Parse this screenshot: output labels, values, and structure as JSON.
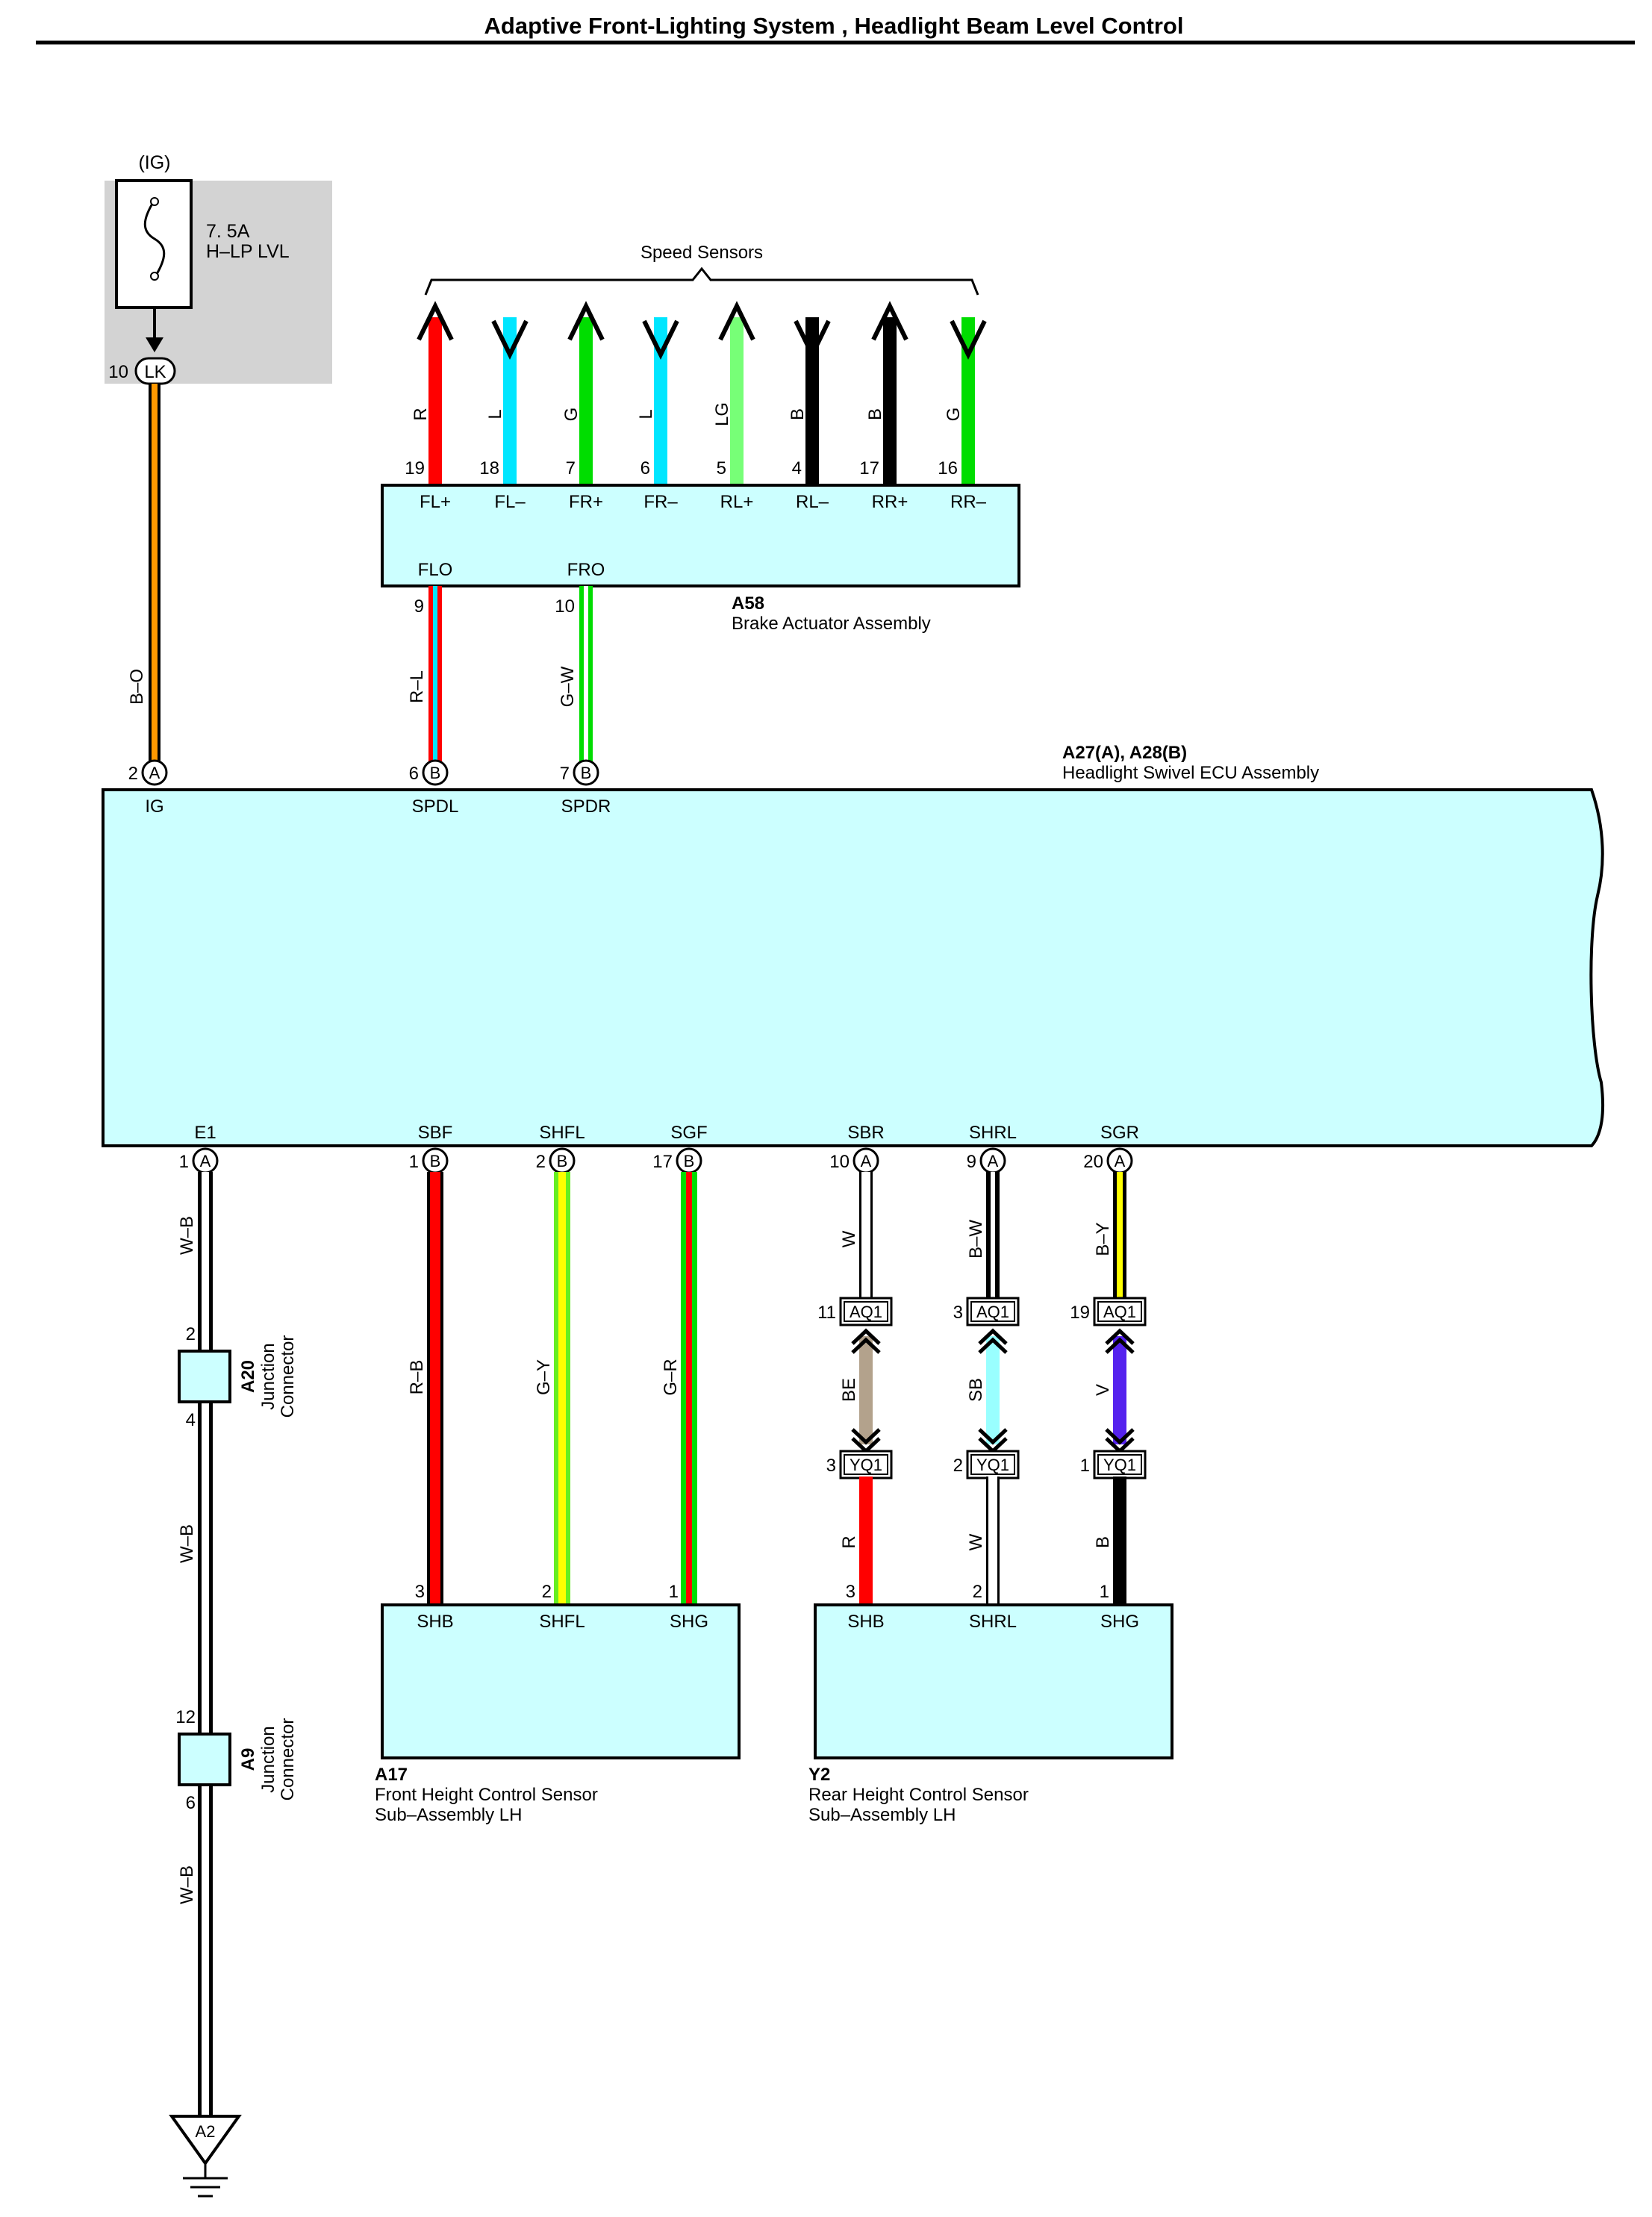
{
  "title": "Adaptive Front-Lighting System , Headlight Beam Level Control",
  "colors": {
    "component_fill": "#ccffff",
    "fuse_box_fill": "#d3d3d3",
    "R": "#ff0000",
    "L": "#00e6ff",
    "G": "#00dd00",
    "LG": "#77ff77",
    "B": "#000000",
    "W": "#ffffff",
    "O": "#ff9900",
    "Y": "#ffff00",
    "BE": "#b3a28c",
    "SB": "#99ffff",
    "V": "#5522ee"
  },
  "fuse": {
    "supply": "(IG)",
    "rating": "7. 5A",
    "name": "H–LP LVL",
    "connector": "LK",
    "pin": "10"
  },
  "speed_sensors": {
    "label": "Speed Sensors",
    "wires": [
      {
        "color": "R",
        "pin": "19",
        "terminal": "FL+",
        "direction": "out"
      },
      {
        "color": "L",
        "pin": "18",
        "terminal": "FL–",
        "direction": "in"
      },
      {
        "color": "G",
        "pin": "7",
        "terminal": "FR+",
        "direction": "out"
      },
      {
        "color": "L",
        "pin": "6",
        "terminal": "FR–",
        "direction": "in"
      },
      {
        "color": "LG",
        "pin": "5",
        "terminal": "RL+",
        "direction": "out"
      },
      {
        "color": "B",
        "pin": "4",
        "terminal": "RL–",
        "direction": "in"
      },
      {
        "color": "B",
        "pin": "17",
        "terminal": "RR+",
        "direction": "out"
      },
      {
        "color": "G",
        "pin": "16",
        "terminal": "RR–",
        "direction": "in"
      }
    ]
  },
  "brake_actuator": {
    "code": "A58",
    "name": "Brake Actuator Assembly",
    "outputs": [
      {
        "terminal": "FLO",
        "pin": "9",
        "wire": "R–L"
      },
      {
        "terminal": "FRO",
        "pin": "10",
        "wire": "G–W"
      }
    ]
  },
  "ecu": {
    "code": "A27(A), A28(B)",
    "name": "Headlight Swivel ECU Assembly",
    "top_pins": [
      {
        "pin": "2",
        "conn": "A",
        "terminal": "IG",
        "wire": "B–O"
      },
      {
        "pin": "6",
        "conn": "B",
        "terminal": "SPDL",
        "wire": "R–L"
      },
      {
        "pin": "7",
        "conn": "B",
        "terminal": "SPDR",
        "wire": "G–W"
      }
    ],
    "bottom_pins": [
      {
        "pin": "1",
        "conn": "A",
        "terminal": "E1",
        "wire": "W–B"
      },
      {
        "pin": "1",
        "conn": "B",
        "terminal": "SBF",
        "wire": "R–B"
      },
      {
        "pin": "2",
        "conn": "B",
        "terminal": "SHFL",
        "wire": "G–Y"
      },
      {
        "pin": "17",
        "conn": "B",
        "terminal": "SGF",
        "wire": "G–R"
      },
      {
        "pin": "10",
        "conn": "A",
        "terminal": "SBR",
        "wire": "W"
      },
      {
        "pin": "9",
        "conn": "A",
        "terminal": "SHRL",
        "wire": "B–W"
      },
      {
        "pin": "20",
        "conn": "A",
        "terminal": "SGR",
        "wire": "B–Y"
      }
    ]
  },
  "ground_path": {
    "wire": "W–B",
    "junction_a20": {
      "code": "A20",
      "name_line1": "Junction",
      "name_line2": "Connector",
      "pin_in": "2",
      "pin_out": "4"
    },
    "junction_a9": {
      "code": "A9",
      "name_line1": "Junction",
      "name_line2": "Connector",
      "pin_in": "12",
      "pin_out": "6"
    },
    "ground": "A2"
  },
  "front_sensor": {
    "code": "A17",
    "name_line1": "Front Height Control Sensor",
    "name_line2": "Sub–Assembly LH",
    "pins": [
      {
        "pin": "3",
        "terminal": "SHB"
      },
      {
        "pin": "2",
        "terminal": "SHFL"
      },
      {
        "pin": "1",
        "terminal": "SHG"
      }
    ]
  },
  "rear_harness": {
    "upper_connectors": [
      {
        "pin": "11",
        "label": "AQ1"
      },
      {
        "pin": "3",
        "label": "AQ1"
      },
      {
        "pin": "19",
        "label": "AQ1"
      }
    ],
    "mid_wires": [
      "BE",
      "SB",
      "V"
    ],
    "lower_connectors": [
      {
        "pin": "3",
        "label": "YQ1"
      },
      {
        "pin": "2",
        "label": "YQ1"
      },
      {
        "pin": "1",
        "label": "YQ1"
      }
    ],
    "lower_wires": [
      "R",
      "W",
      "B"
    ]
  },
  "rear_sensor": {
    "code": "Y2",
    "name_line1": "Rear Height Control Sensor",
    "name_line2": "Sub–Assembly LH",
    "pins": [
      {
        "pin": "3",
        "terminal": "SHB"
      },
      {
        "pin": "2",
        "terminal": "SHRL"
      },
      {
        "pin": "1",
        "terminal": "SHG"
      }
    ]
  }
}
